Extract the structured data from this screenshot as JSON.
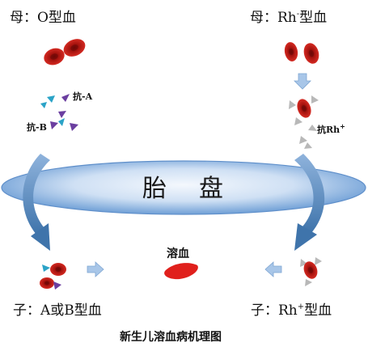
{
  "labels": {
    "mother_left": "母：O型血",
    "mother_right_prefix": "母：Rh",
    "mother_right_sup": "-",
    "mother_right_suffix": "型血",
    "anti_a": "抗-A",
    "anti_b": "抗-B",
    "anti_rh_prefix": "抗Rh",
    "anti_rh_sup": "+",
    "placenta_left": "胎",
    "placenta_right": "盘",
    "hemolysis": "溶血",
    "child_left": "子：A或B型血",
    "child_right_prefix": "子：Rh",
    "child_right_sup": "+",
    "child_right_suffix": "型血",
    "caption": "新生儿溶血病机理图"
  },
  "colors": {
    "red_cell": "#c8201c",
    "red_cell_center": "#7a0a08",
    "placenta_dark": "#6f9fd6",
    "placenta_light": "#e9f1fb",
    "arrow_blue": "#4a7fb3",
    "arrow_light": "#a8c6e8",
    "antibody_purple": "#6b3fa0",
    "antibody_cyan": "#2ba3c7",
    "antibody_grey": "#b8b8b8",
    "hemolysis_red": "#e0201c"
  }
}
